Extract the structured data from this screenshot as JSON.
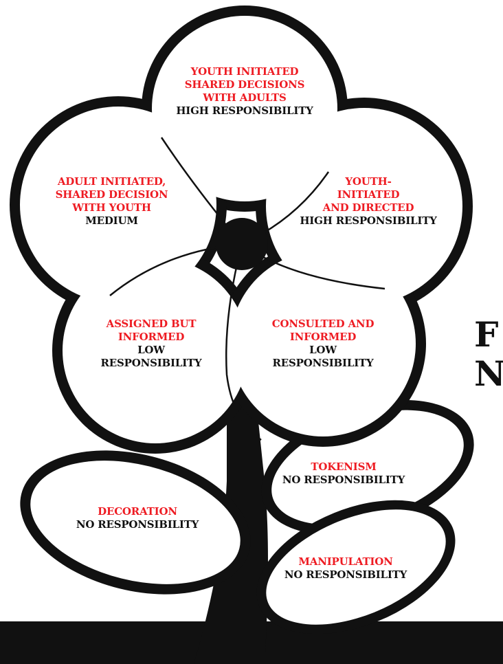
{
  "colors": {
    "title_red": "#ee1c23",
    "ink": "#111111",
    "petal_fill": "#ffffff"
  },
  "edge_letters": [
    "F",
    "N"
  ],
  "petals": {
    "top": {
      "lines": [
        "YOUTH INITIATED",
        "SHARED DECISIONS",
        "WITH ADULTS"
      ],
      "level": "HIGH RESPONSIBILITY"
    },
    "upper_left": {
      "lines": [
        "ADULT INITIATED,",
        "SHARED DECISION",
        "WITH YOUTH"
      ],
      "level": "MEDIUM"
    },
    "upper_right": {
      "lines": [
        "YOUTH-",
        "INITIATED",
        "AND DIRECTED"
      ],
      "level": "HIGH RESPONSIBILITY"
    },
    "lower_left": {
      "lines": [
        "ASSIGNED BUT",
        "INFORMED"
      ],
      "level_lines": [
        "LOW",
        "RESPONSIBILITY"
      ]
    },
    "lower_right": {
      "lines": [
        "CONSULTED AND",
        "INFORMED"
      ],
      "level_lines": [
        "LOW",
        "RESPONSIBILITY"
      ]
    }
  },
  "leaves": {
    "decoration": {
      "title": "DECORATION",
      "level": "NO RESPONSIBILITY"
    },
    "tokenism": {
      "title": "TOKENISM",
      "level": "NO RESPONSIBILITY"
    },
    "manipulation": {
      "title": "MANIPULATION",
      "level": "NO RESPONSIBILITY"
    }
  }
}
